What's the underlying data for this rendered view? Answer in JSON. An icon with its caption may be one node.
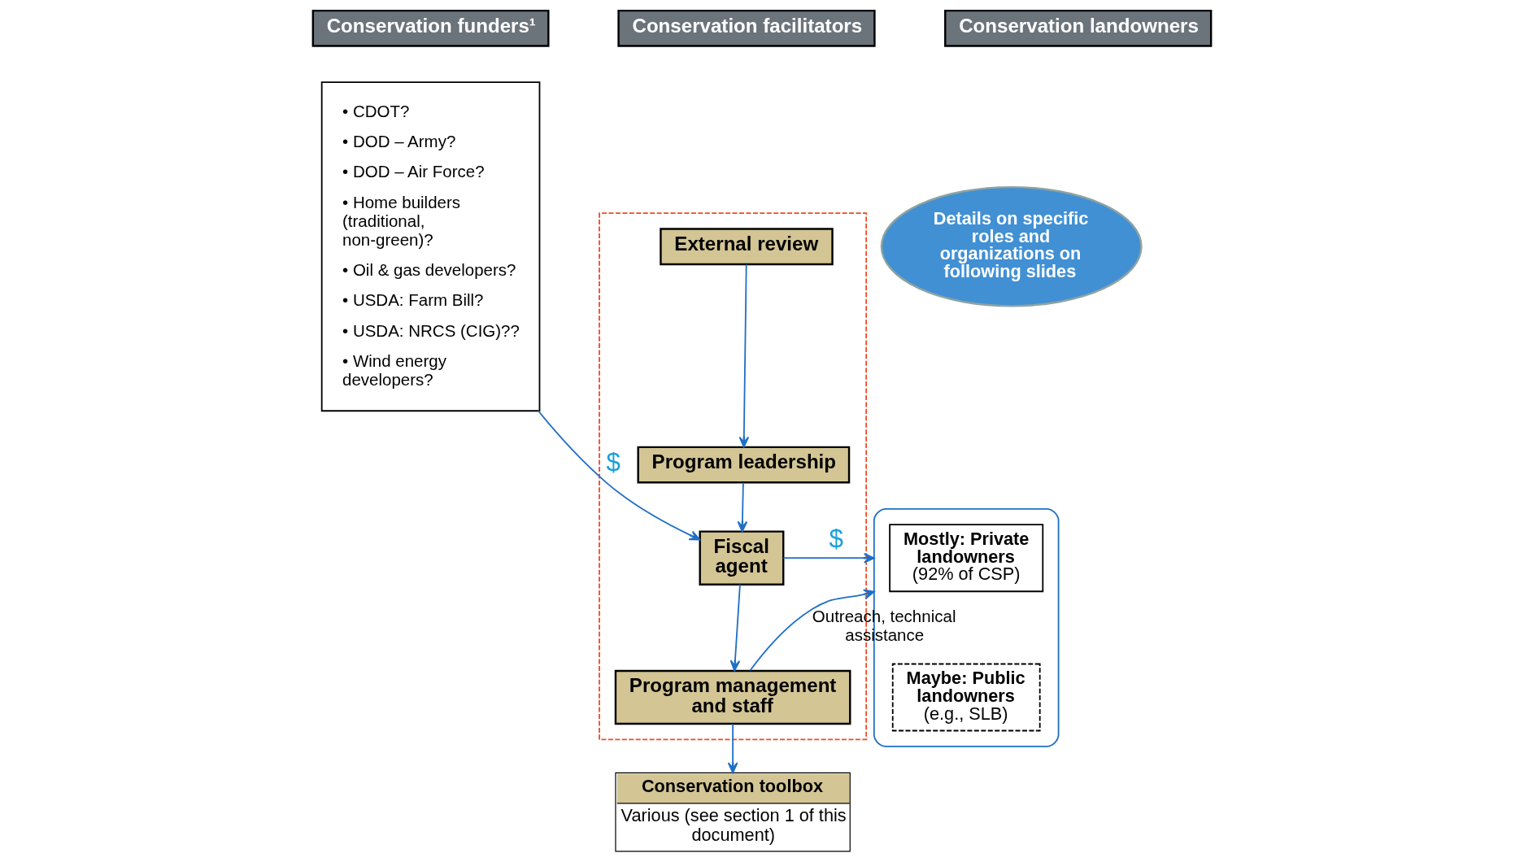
{
  "diagram": {
    "nodes": [
      {
        "text": [
          "Conservation funders¹"
        ]
      },
      {
        "text": [
          "Conservation facilitators"
        ]
      },
      {
        "text": [
          "Conservation landowners"
        ]
      },
      {
        "text": [
          "• CDOT?",
          "• DOD – Army?",
          "• DOD – Air Force?",
          "• Home builders (traditional, non-green)?",
          "• Oil & gas developers?",
          "• USDA: Farm Bill?",
          "• USDA: NRCS (CIG)??",
          "• Wind energy developers?"
        ]
      },
      {
        "text": [],
        "shape": "box"
      },
      {
        "text": [
          "External review"
        ],
        "in": 4
      },
      {
        "text": [
          "Program leadership"
        ],
        "in": 4
      },
      {
        "text": [
          "Fiscal agent"
        ],
        "in": 4
      },
      {
        "text": [
          "Program management and staff"
        ],
        "in": 4
      },
      {
        "text": [
          "Details on specific roles and organizations on following slides"
        ]
      },
      {
        "text": [],
        "shape": "bracket"
      },
      {
        "text": [
          "Mostly: Private landowners",
          "(92% of CSP)"
        ],
        "in": 10
      },
      {
        "text": [
          "Maybe: Public landowners",
          "(e.g., SLB)"
        ],
        "in": 10
      },
      {
        "text": [
          "Conservation toolbox",
          "Various (see section 1 of this document)"
        ]
      }
    ],
    "edges": [
      {
        "from": 5,
        "to": 6,
        "arrow": "to"
      },
      {
        "from": 6,
        "to": 7,
        "arrow": "to"
      },
      {
        "from": 7,
        "to": 8,
        "arrow": "to"
      },
      {
        "from": 3,
        "to": 7,
        "arrow": "to",
        "label": "$"
      },
      {
        "from": 7,
        "to": 10,
        "arrow": "to",
        "label": "$"
      },
      {
        "from": 8,
        "to": 10,
        "arrow": "to",
        "label": "Outreach, technical assistance"
      },
      {
        "from": 8,
        "to": 13,
        "arrow": "to"
      }
    ]
  }
}
